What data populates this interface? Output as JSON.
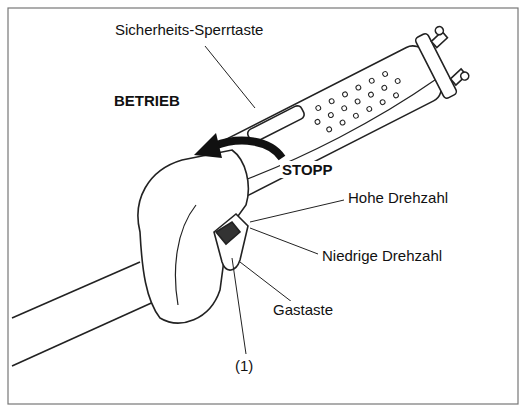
{
  "diagram": {
    "labels": [
      "Sicherheits-Sperrtaste",
      "BETRIEB",
      "STOPP",
      "Hohe Drehzahl",
      "Niedrige Drehzahl",
      "Gastaste",
      "(1)"
    ]
  }
}
